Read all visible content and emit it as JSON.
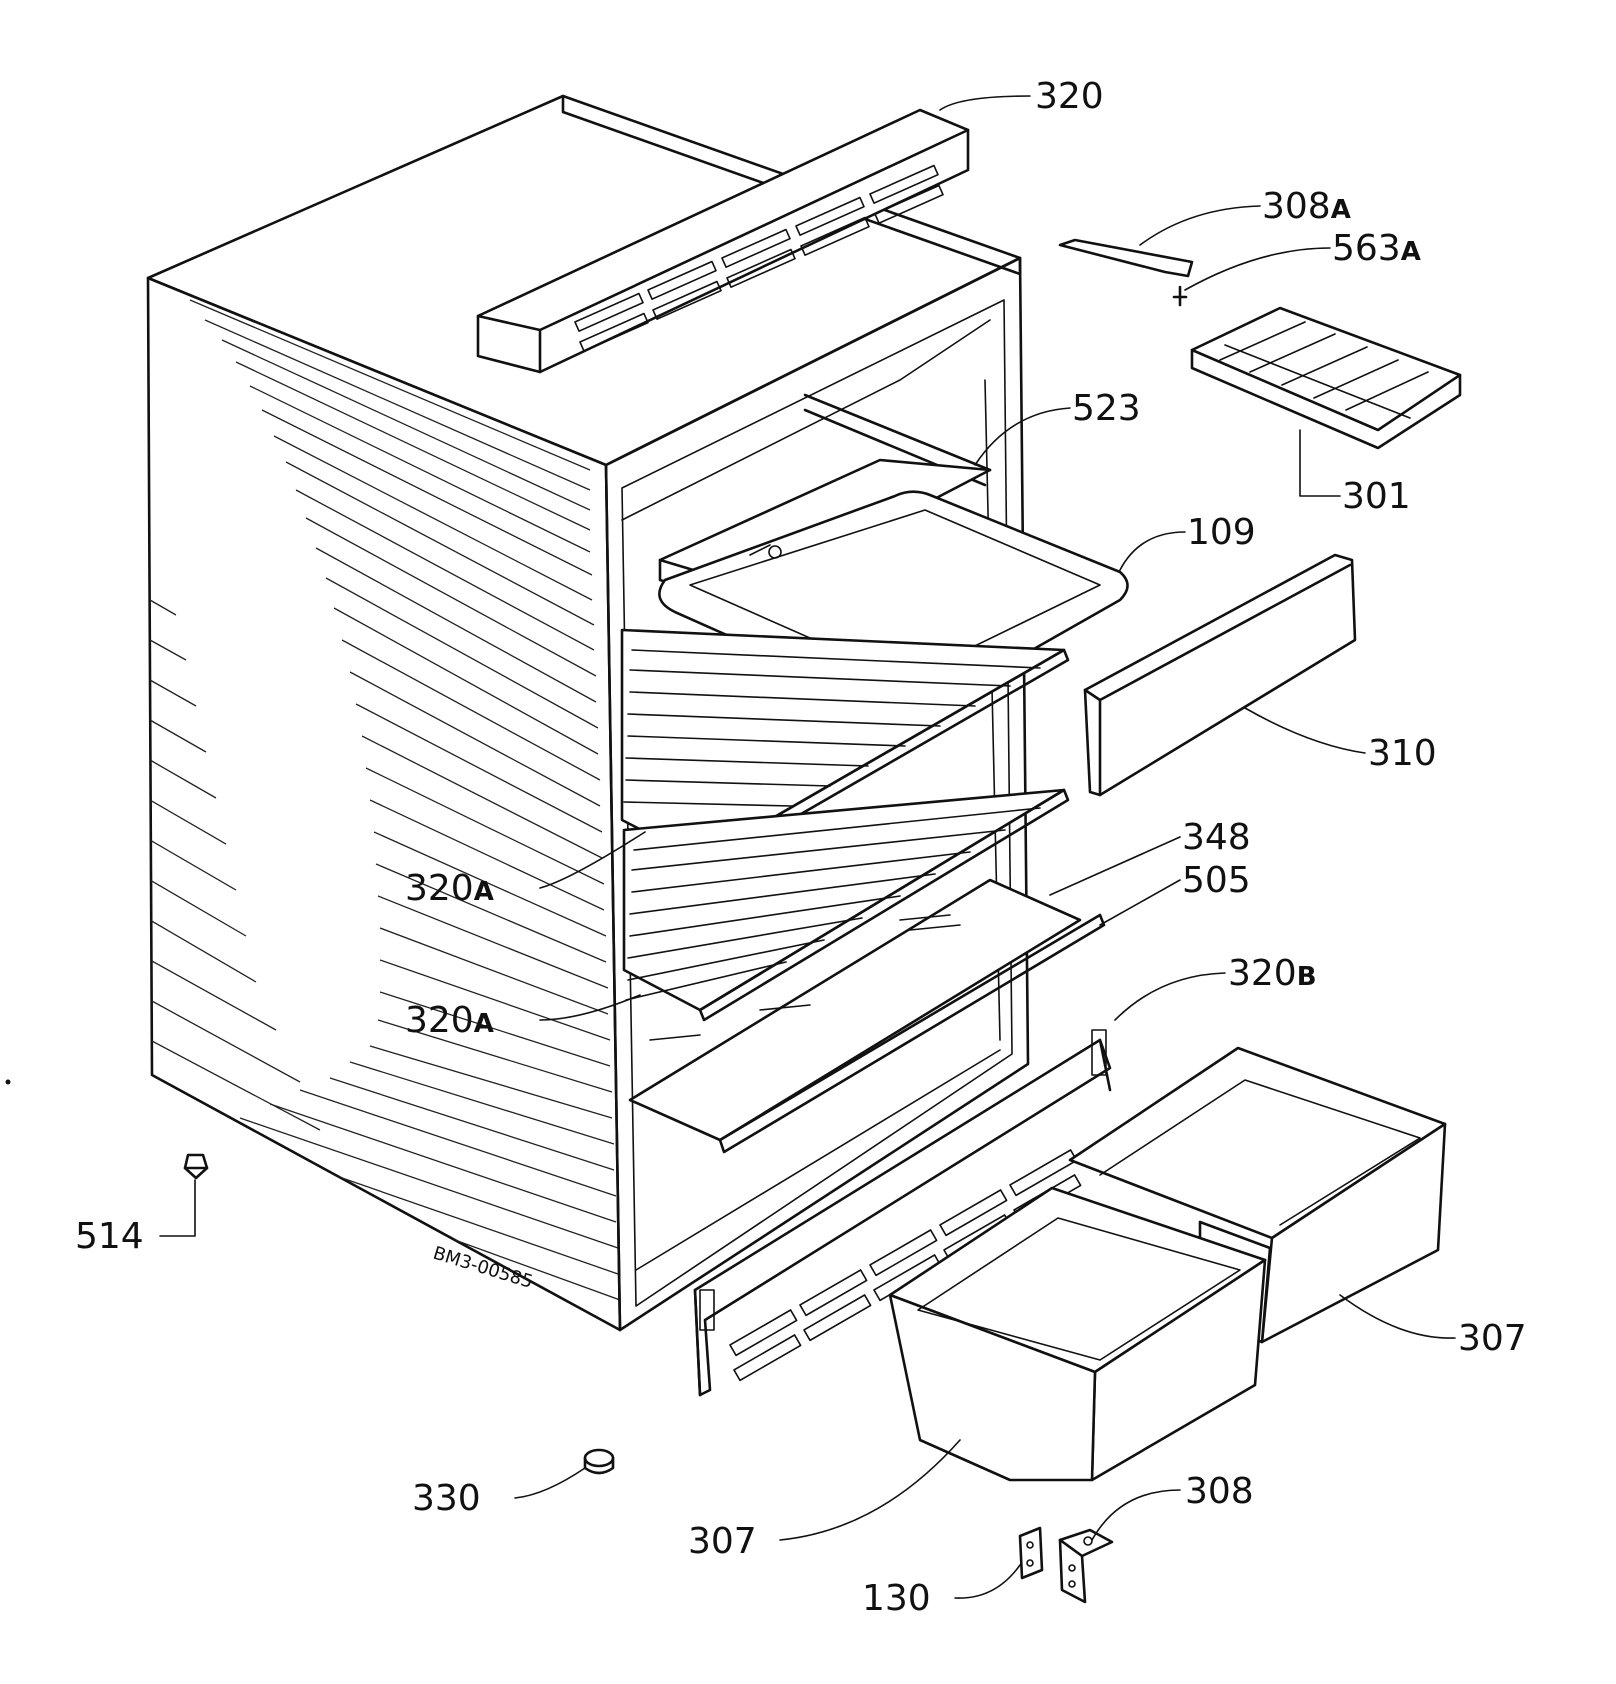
{
  "serial": "BM3-00585",
  "parts": [
    {
      "id": "p320",
      "number": "320",
      "suffix": ""
    },
    {
      "id": "p308a",
      "number": "308",
      "suffix": "A"
    },
    {
      "id": "p563a",
      "number": "563",
      "suffix": "A"
    },
    {
      "id": "p523",
      "number": "523",
      "suffix": ""
    },
    {
      "id": "p301",
      "number": "301",
      "suffix": ""
    },
    {
      "id": "p109",
      "number": "109",
      "suffix": ""
    },
    {
      "id": "p310",
      "number": "310",
      "suffix": ""
    },
    {
      "id": "p348",
      "number": "348",
      "suffix": ""
    },
    {
      "id": "p505",
      "number": "505",
      "suffix": ""
    },
    {
      "id": "p320a1",
      "number": "320",
      "suffix": "A"
    },
    {
      "id": "p320a2",
      "number": "320",
      "suffix": "A"
    },
    {
      "id": "p320b",
      "number": "320",
      "suffix": "B"
    },
    {
      "id": "p514",
      "number": "514",
      "suffix": ""
    },
    {
      "id": "p307r",
      "number": "307",
      "suffix": ""
    },
    {
      "id": "p330",
      "number": "330",
      "suffix": ""
    },
    {
      "id": "p307l",
      "number": "307",
      "suffix": ""
    },
    {
      "id": "p308",
      "number": "308",
      "suffix": ""
    },
    {
      "id": "p130",
      "number": "130",
      "suffix": ""
    }
  ]
}
